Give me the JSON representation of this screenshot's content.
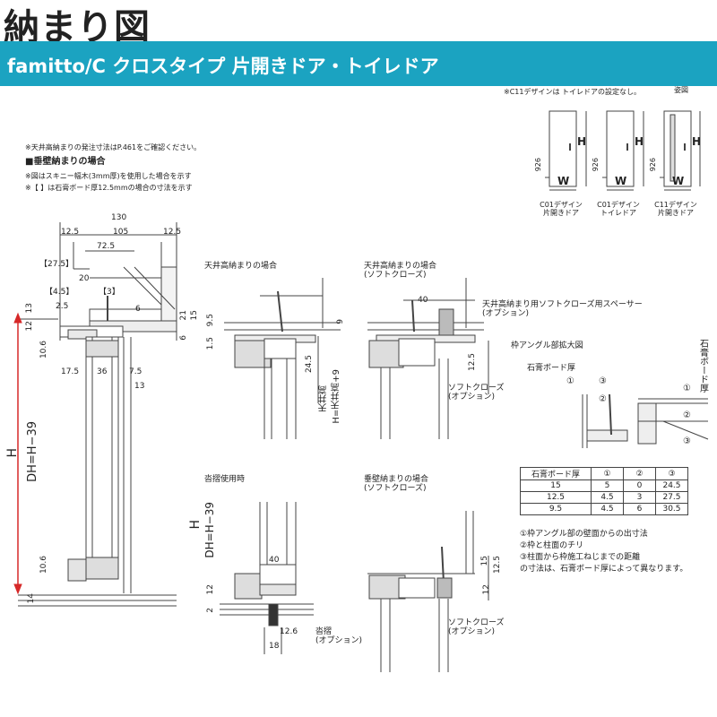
{
  "page_title": "納まり図",
  "banner": "famitto/C クロスタイプ 片開きドア・トイレドア",
  "notes": {
    "c11_note": "※C11デザインは トイレドアの設定なし。",
    "figure_label": "姿図",
    "ceiling_order_note": "※天井高納まりの発注寸法はP.461をご確認ください。",
    "section_title": "■垂壁納まりの場合",
    "skinny_note": "※図はスキニー幅木(3mm厚)を使用した場合を示す",
    "bracket_note": "※【 】は石膏ボード厚12.5mmの場合の寸法を示す"
  },
  "designs": [
    {
      "h_label": "H",
      "w_label": "W",
      "height": "926",
      "name1": "C01デザイン",
      "name2": "片開きドア"
    },
    {
      "h_label": "H",
      "w_label": "W",
      "height": "926",
      "name1": "C01デザイン",
      "name2": "トイレドア"
    },
    {
      "h_label": "H",
      "w_label": "W",
      "height": "926",
      "name1": "C11デザイン",
      "name2": "片開きドア"
    }
  ],
  "main_dims": {
    "d130": "130",
    "d12_5a": "12.5",
    "d105": "105",
    "d12_5b": "12.5",
    "d72_5": "72.5",
    "d27_5": "【27.5】",
    "d20": "20",
    "d4_5": "【4.5】",
    "d3": "【3】",
    "d2_5": "2.5",
    "d13a": "13",
    "d12": "12",
    "d6": "6",
    "d21": "21",
    "d15": "15",
    "d6b": "6",
    "d10_6a": "10.6",
    "d17_5": "17.5",
    "d36": "36",
    "d7_5": "7.5",
    "d13b": "13",
    "h": "H",
    "dh": "DH=H−39",
    "d10_6b": "10.6",
    "d14": "14"
  },
  "ceiling": {
    "title": "天井高納まりの場合",
    "d9_5": "9.5",
    "d1_5": "1.5",
    "d9": "9",
    "d24_5": "24.5",
    "label1": "天井高",
    "label2": "H=天井高+9"
  },
  "ceiling_sc": {
    "title1": "天井高納まりの場合",
    "title2": "(ソフトクローズ)",
    "d40": "40",
    "d12_5": "12.5",
    "spacer1": "天井高納まり用ソフトクローズ用スペーサー",
    "spacer2": "(オプション)",
    "sc1": "ソフトクローズ",
    "sc2": "(オプション)"
  },
  "frame_detail": {
    "title": "枠アングル部拡大図",
    "board_label": "石膏ボード厚",
    "board_vertical": "石膏ボード厚",
    "m1": "①",
    "m2": "②",
    "m3": "③"
  },
  "board_table": {
    "headers": [
      "石膏ボード厚",
      "①",
      "②",
      "③"
    ],
    "rows": [
      [
        "15",
        "5",
        "0",
        "24.5"
      ],
      [
        "12.5",
        "4.5",
        "3",
        "27.5"
      ],
      [
        "9.5",
        "4.5",
        "6",
        "30.5"
      ]
    ]
  },
  "legend": [
    "①枠アングル部の壁面からの出寸法",
    "②枠と柱面のチリ",
    "③柱面から枠施工ねじまでの距離",
    "の寸法は、石膏ボード厚によって異なります。"
  ],
  "threshold": {
    "title": "沓摺使用時",
    "h": "H",
    "dh": "DH=H−39",
    "d40": "40",
    "d12": "12",
    "d2": "2",
    "d12_6": "12.6",
    "d18": "18",
    "opt1": "沓摺",
    "opt2": "(オプション)"
  },
  "hanging_sc": {
    "title1": "垂壁納まりの場合",
    "title2": "(ソフトクローズ)",
    "d15": "15",
    "d12_5": "12.5",
    "d12": "12",
    "sc1": "ソフトクローズ",
    "sc2": "(オプション)"
  }
}
